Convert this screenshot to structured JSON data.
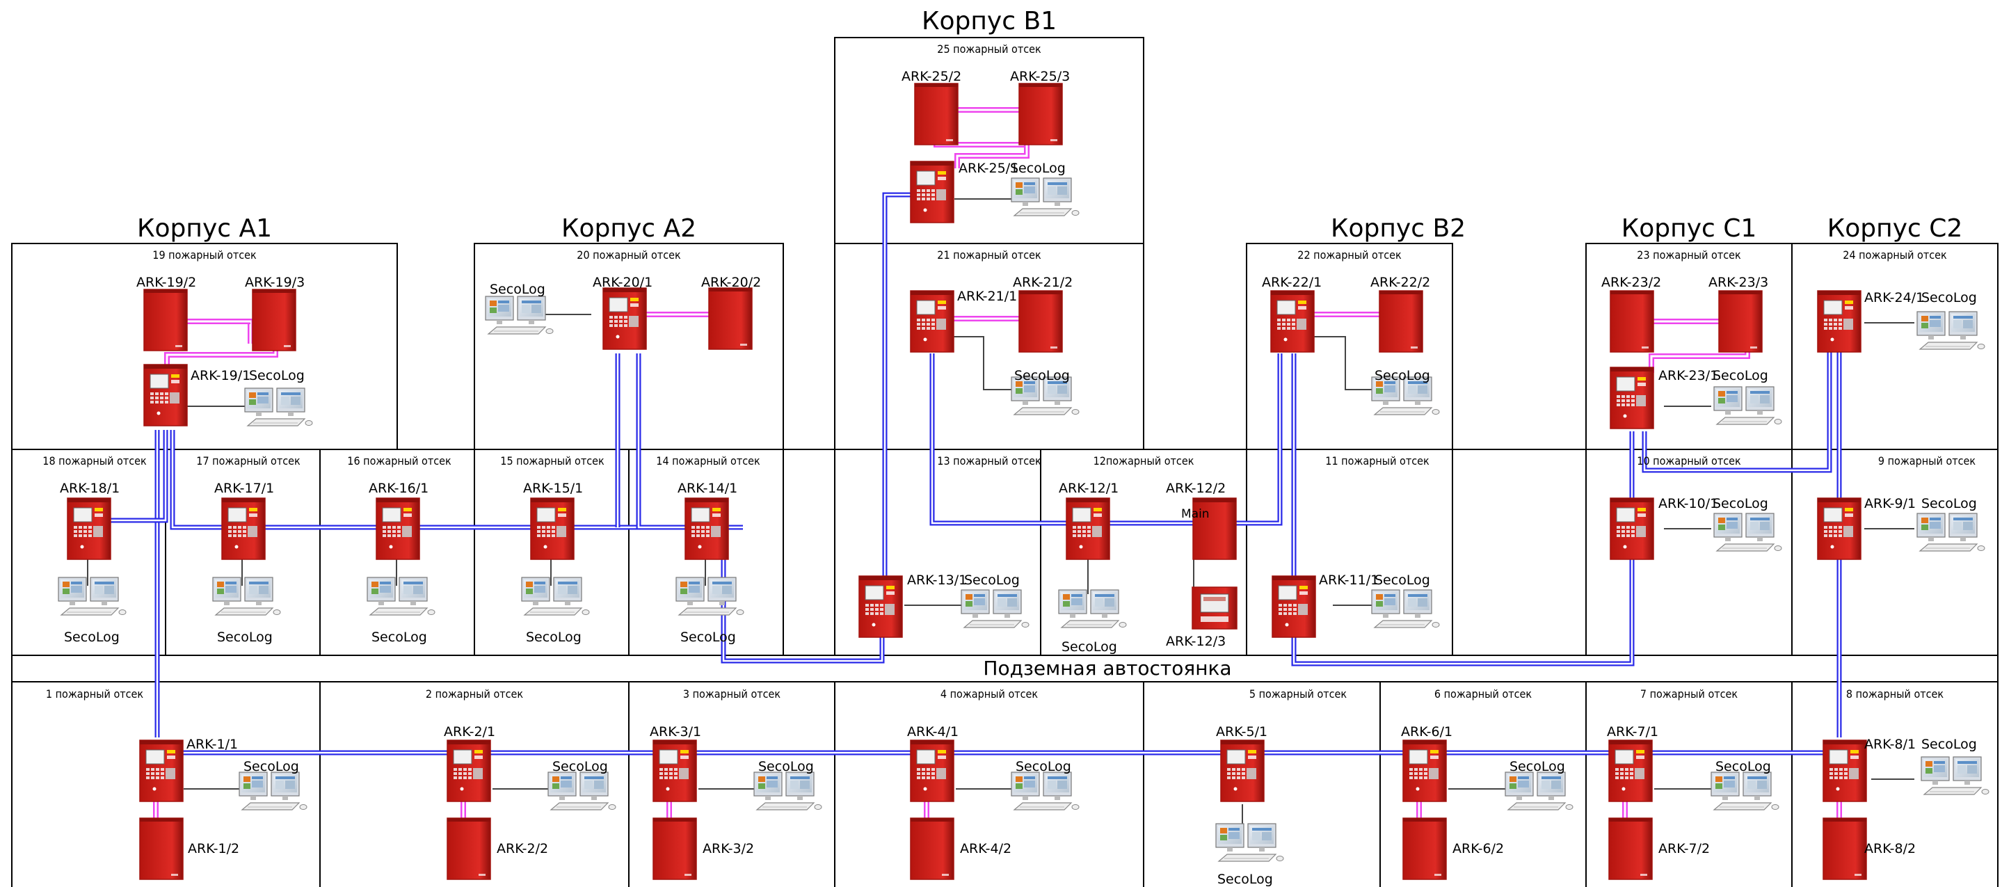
{
  "colors": {
    "panel": "#d9231f",
    "panel_dark": "#a3130f",
    "bus": "#2a2ae8",
    "link": "#ee44ee"
  },
  "corpus": [
    "Корпус А1",
    "Корпус А2",
    "Корпус В1",
    "Корпус В2",
    "Корпус С1",
    "Корпус С2"
  ],
  "parking": "Подземная автостоянка",
  "zones": {
    "z1": "1 пожарный отсек",
    "z2": "2 пожарный отсек",
    "z3": "3 пожарный отсек",
    "z4": "4 пожарный отсек",
    "z5": "5 пожарный отсек",
    "z6": "6 пожарный отсек",
    "z7": "7 пожарный отсек",
    "z8": "8 пожарный отсек",
    "z9": "9 пожарный отсек",
    "z10": "10 пожарный отсек",
    "z11": "11 пожарный отсек",
    "z12": "12пожарный отсек",
    "z13": "13 пожарный отсек",
    "z14": "14 пожарный отсек",
    "z15": "15 пожарный отсек",
    "z16": "16 пожарный отсек",
    "z17": "17 пожарный отсек",
    "z18": "18 пожарный отсек",
    "z19": "19 пожарный отсек",
    "z20": "20 пожарный отсек",
    "z21": "21 пожарный отсек",
    "z22": "22 пожарный отсек",
    "z23": "23 пожарный отсек",
    "z24": "24 пожарный отсек",
    "z25": "25 пожарный отсек"
  },
  "devices": {
    "a19_1": "ARK-19/1",
    "a19_2": "ARK-19/2",
    "a19_3": "ARK-19/3",
    "a20_1": "ARK-20/1",
    "a20_2": "ARK-20/2",
    "a25_1": "ARK-25/1",
    "a25_2": "ARK-25/2",
    "a25_3": "ARK-25/3",
    "a21_1": "ARK-21/1",
    "a21_2": "ARK-21/2",
    "a22_1": "ARK-22/1",
    "a22_2": "ARK-22/2",
    "a23_1": "ARK-23/1",
    "a23_2": "ARK-23/2",
    "a23_3": "ARK-23/3",
    "a24_1": "ARK-24/1",
    "a18_1": "ARK-18/1",
    "a17_1": "ARK-17/1",
    "a16_1": "ARK-16/1",
    "a15_1": "ARK-15/1",
    "a14_1": "ARK-14/1",
    "a13_1": "ARK-13/1",
    "a12_1": "ARK-12/1",
    "a12_2": "ARK-12/2",
    "a12_3": "ARK-12/3",
    "a11_1": "ARK-11/1",
    "a10_1": "ARK-10/1",
    "a9_1": "ARK-9/1",
    "a1_1": "ARK-1/1",
    "a1_2": "ARK-1/2",
    "a2_1": "ARK-2/1",
    "a2_2": "ARK-2/2",
    "a3_1": "ARK-3/1",
    "a3_2": "ARK-3/2",
    "a4_1": "ARK-4/1",
    "a4_2": "ARK-4/2",
    "a5_1": "ARK-5/1",
    "a6_1": "ARK-6/1",
    "a6_2": "ARK-6/2",
    "a7_1": "ARK-7/1",
    "a7_2": "ARK-7/2",
    "a8_1": "ARK-8/1",
    "a8_2": "ARK-8/2"
  },
  "seco": "SecoLog",
  "main": "Main"
}
